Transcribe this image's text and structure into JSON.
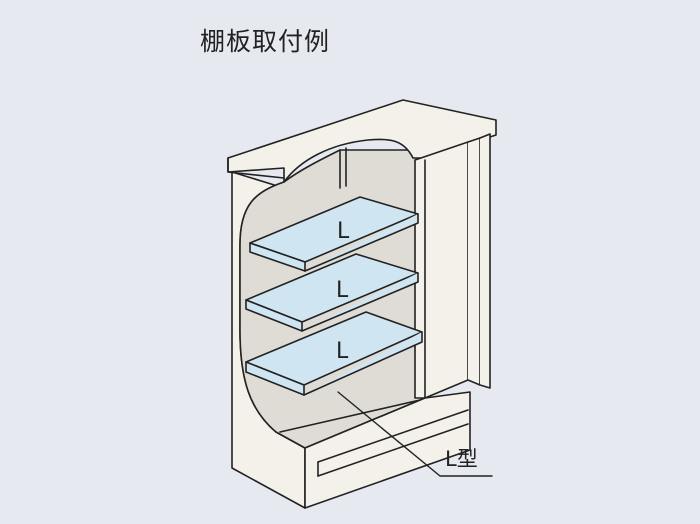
{
  "title": "棚板取付例",
  "shelves": [
    {
      "label": "L"
    },
    {
      "label": "L"
    },
    {
      "label": "L"
    }
  ],
  "callout": {
    "label": "L型"
  },
  "colors": {
    "background": "#e7e9f0",
    "cabinet_face": "#f3f1ea",
    "interior": "#dfdcd5",
    "shelf": "#cfe6f2",
    "stroke": "#222222"
  }
}
